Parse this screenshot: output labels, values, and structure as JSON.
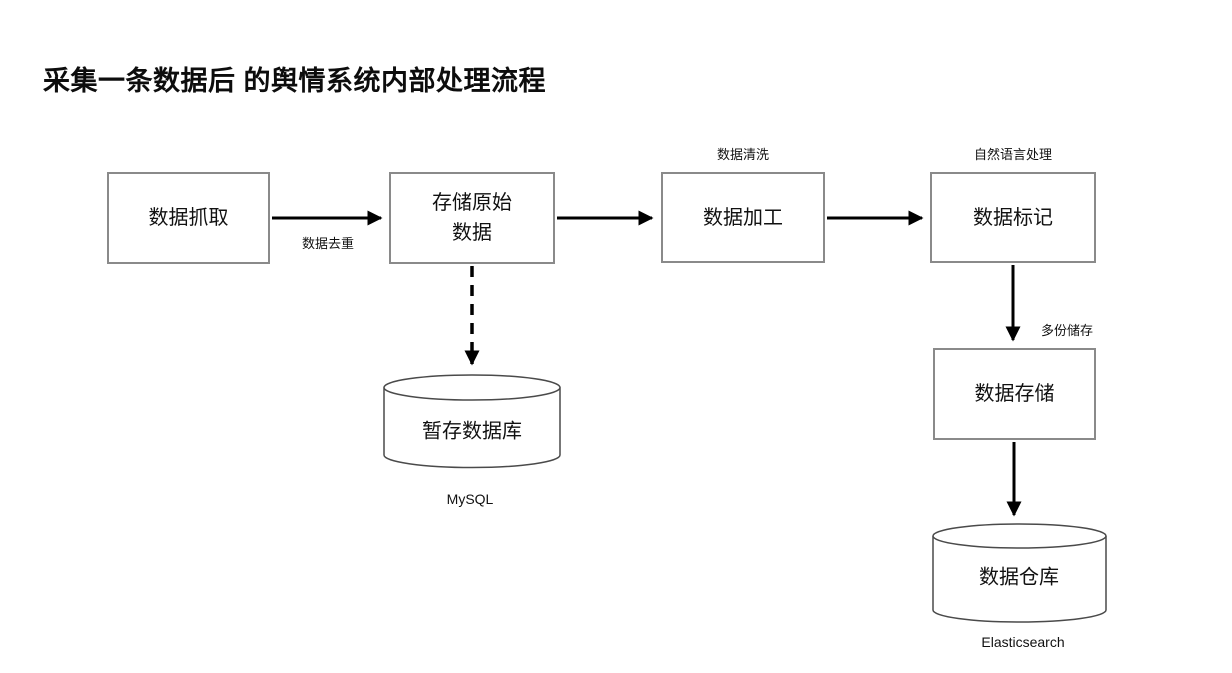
{
  "title": "采集一条数据后 的舆情系统内部处理流程",
  "colors": {
    "box_border": "#8a8a8a",
    "cylinder_border": "#4a4a4a",
    "arrow": "#000000",
    "text": "#111111",
    "background": "#ffffff"
  },
  "nodes": {
    "crawl": {
      "label": "数据抓取"
    },
    "store_raw": {
      "label": "存储原始\n数据"
    },
    "process": {
      "label": "数据加工",
      "caption": "数据清洗"
    },
    "tag": {
      "label": "数据标记",
      "caption": "自然语言处理"
    },
    "store": {
      "label": "数据存储"
    },
    "temp_db": {
      "label": "暂存数据库",
      "caption": "MySQL"
    },
    "warehouse": {
      "label": "数据仓库",
      "caption": "Elasticsearch"
    }
  },
  "edges": {
    "dedupe_label": "数据去重",
    "multi_copy_label": "多份储存"
  }
}
